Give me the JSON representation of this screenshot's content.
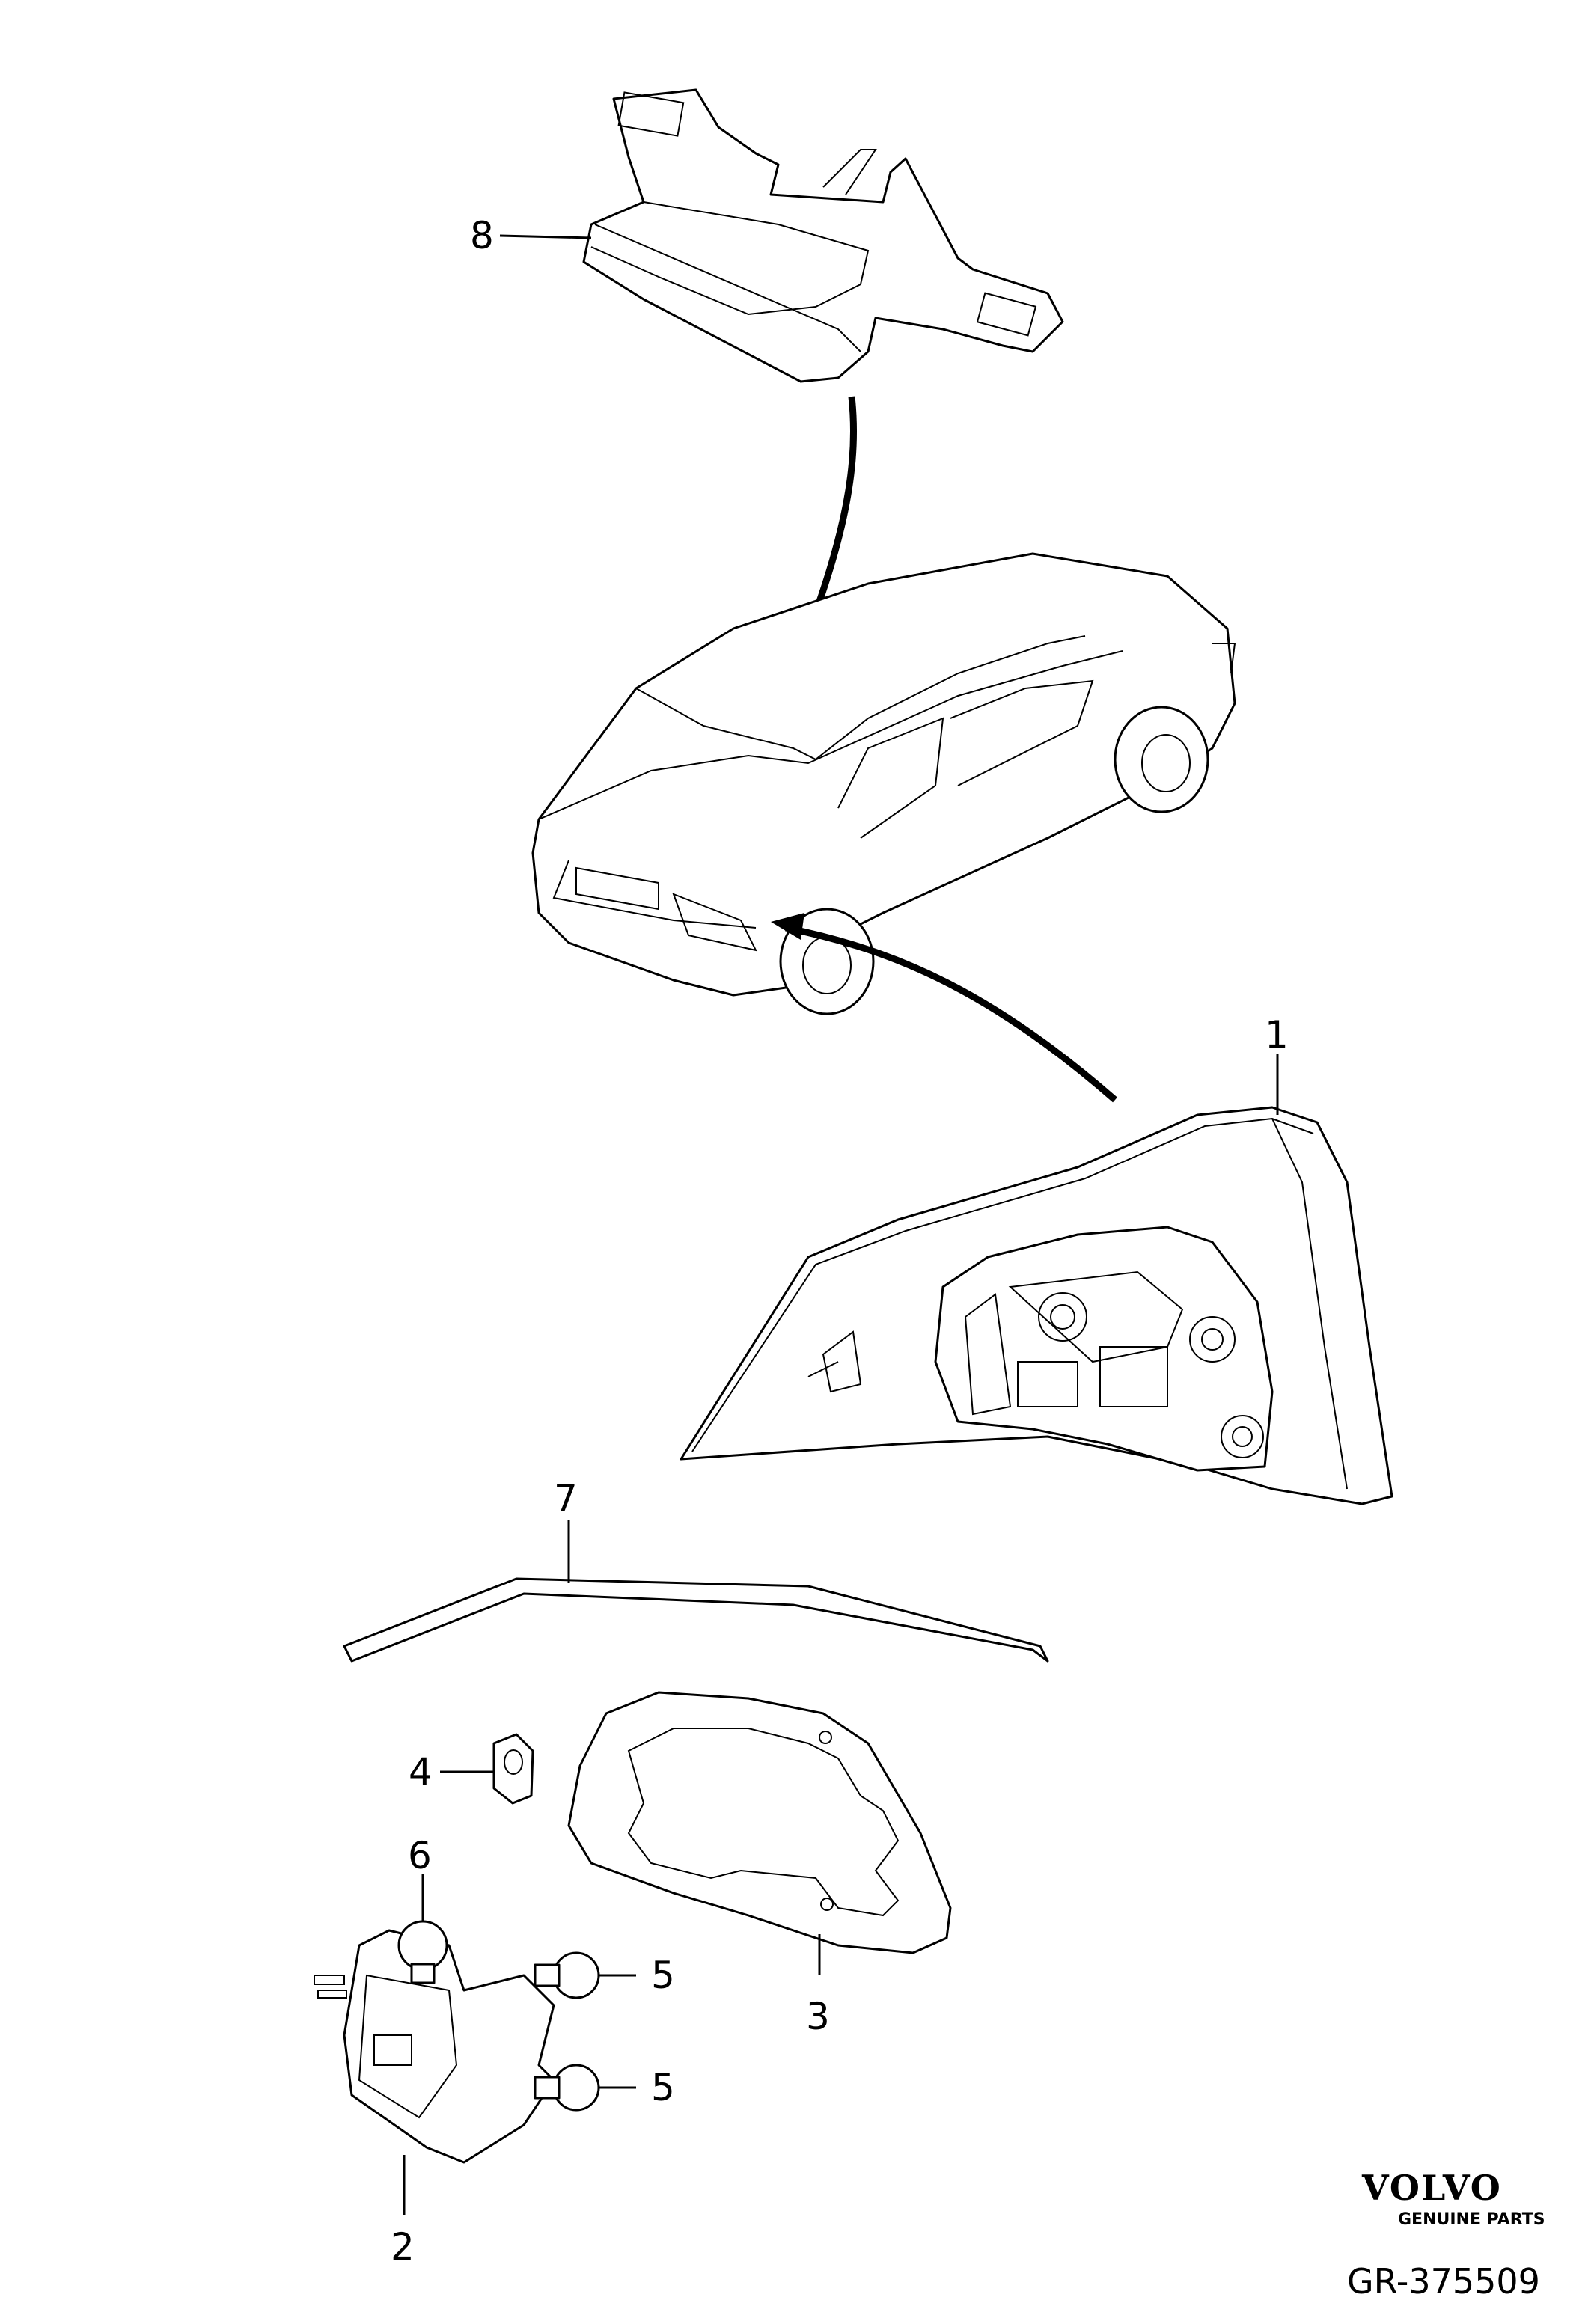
{
  "callouts": {
    "c1": "1",
    "c2": "2",
    "c3": "3",
    "c4": "4",
    "c5a": "5",
    "c5b": "5",
    "c6": "6",
    "c7": "7",
    "c8": "8"
  },
  "brand": {
    "name": "VOLVO",
    "tagline": "GENUINE PARTS"
  },
  "drawing_code": "GR-375509"
}
